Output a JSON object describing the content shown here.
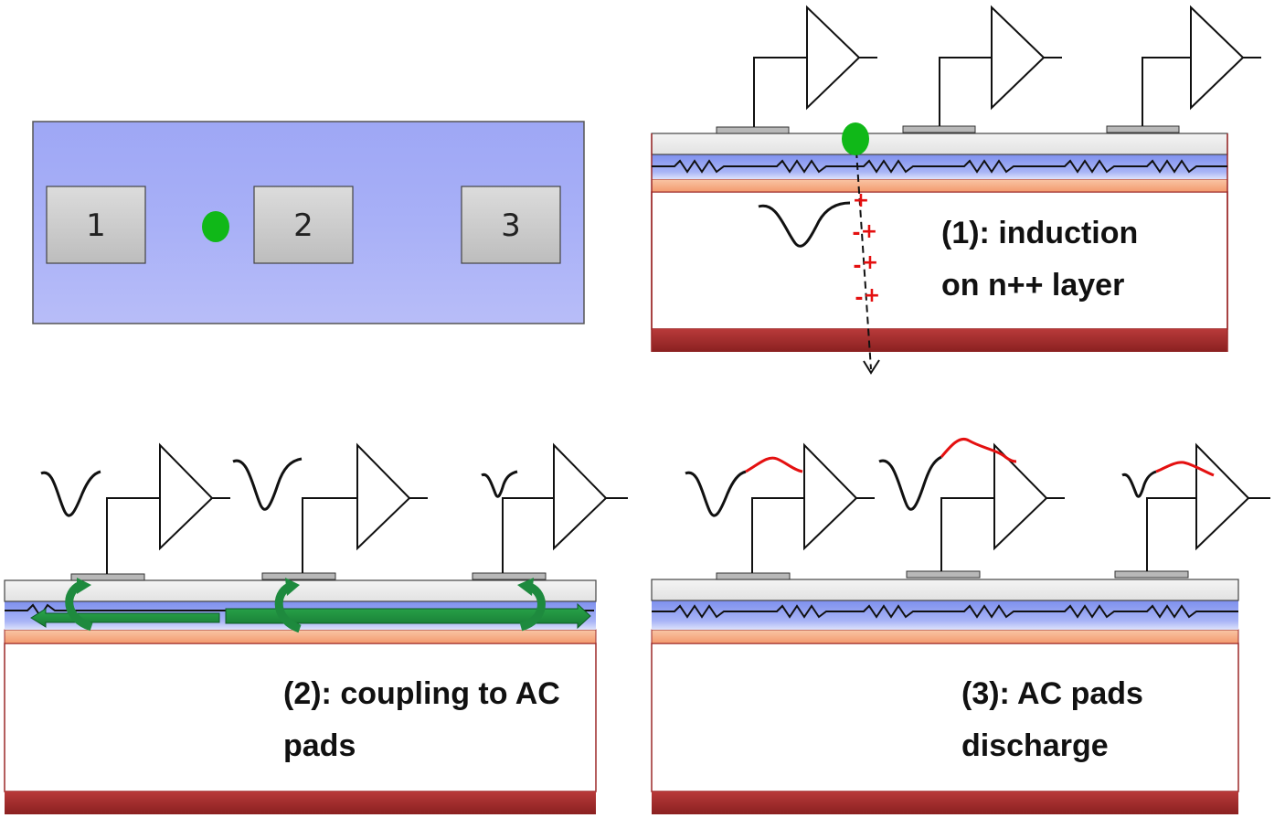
{
  "top_view": {
    "pads": [
      {
        "label": "1"
      },
      {
        "label": "2"
      },
      {
        "label": "3"
      }
    ]
  },
  "panels": [
    {
      "caption_line1": "(1): induction",
      "caption_line2": "on n++ layer"
    },
    {
      "caption_line1": "(2): coupling to AC",
      "caption_line2": "pads"
    },
    {
      "caption_line1": "(3): AC pads",
      "caption_line2": "discharge"
    }
  ],
  "charge_symbols": [
    "+",
    "-",
    "+",
    "-",
    "+",
    "-",
    "+"
  ],
  "colors": {
    "top_view_fill": "#a4acf6",
    "pad_fill": "#cfcfcf",
    "particle": "#10b818",
    "dielectric": "#ededed",
    "resistive_layer": "#8898f0",
    "gain_layer": "#f6a880",
    "backplane": "#9c2828",
    "coupling_arrow": "#1e8a3e",
    "discharge_signal": "#e41010",
    "charge": "#e41010"
  }
}
